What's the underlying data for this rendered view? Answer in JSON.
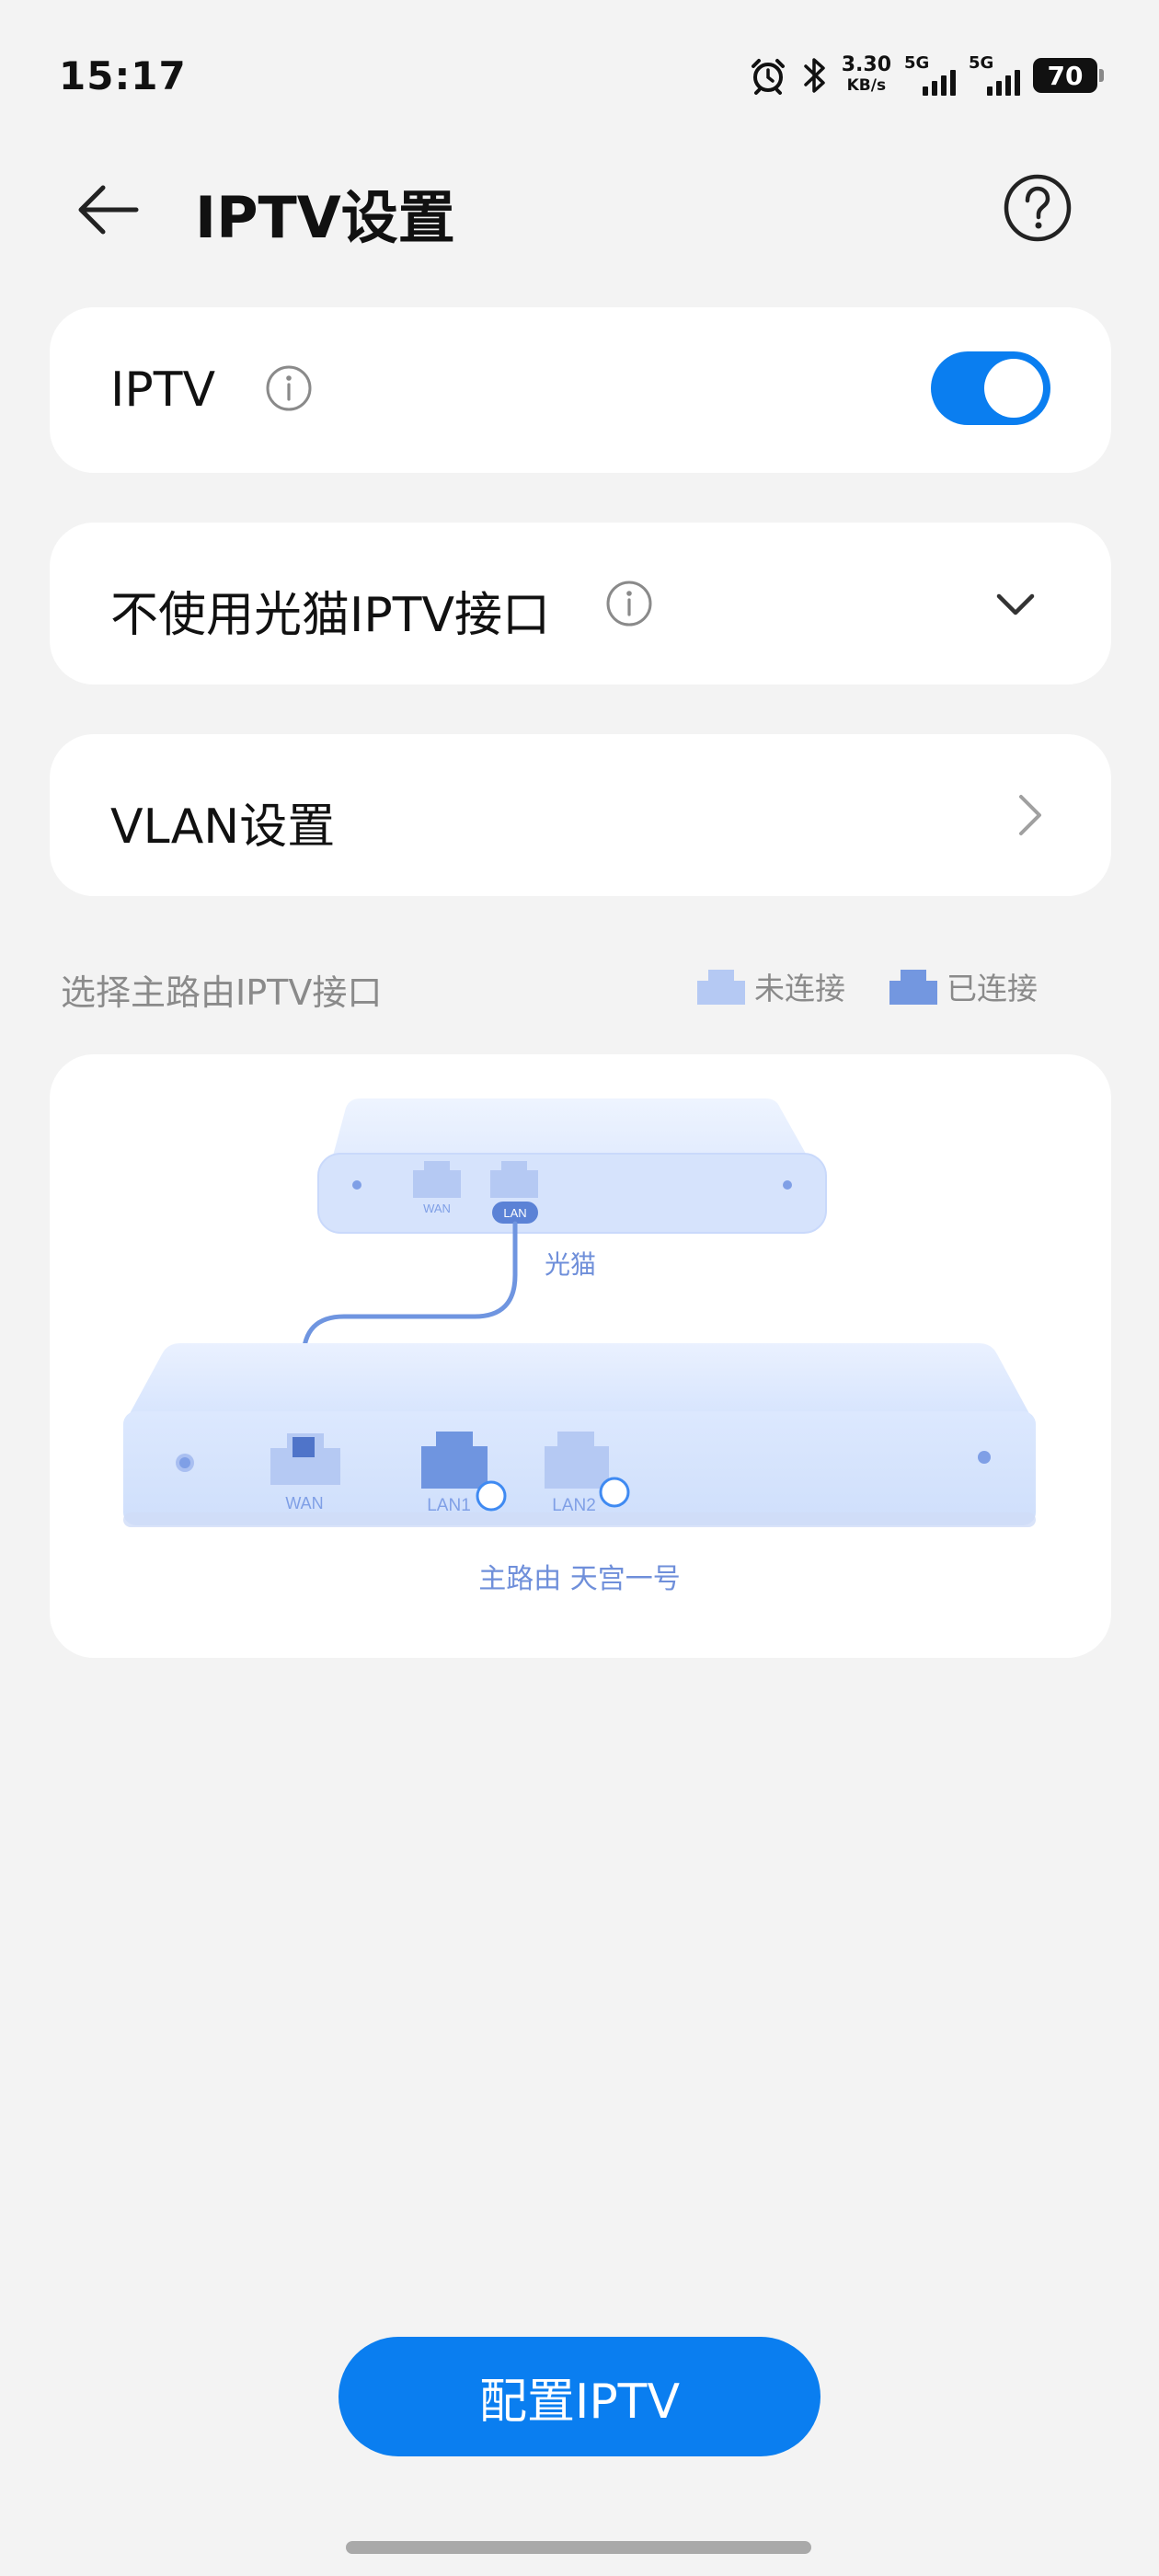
{
  "status_bar": {
    "time": "15:17",
    "net_speed_value": "3.30",
    "net_speed_unit": "KB/s",
    "signal1_label": "5G",
    "signal2_label": "5G",
    "battery_level": "70"
  },
  "header": {
    "title": "IPTV设置"
  },
  "iptv_row": {
    "label": "IPTV",
    "toggle_on": true
  },
  "mode_row": {
    "selected_value": "不使用光猫IPTV接口"
  },
  "vlan_row": {
    "label": "VLAN设置"
  },
  "port_section": {
    "title": "选择主路由IPTV接口",
    "legend_unconnected": "未连接",
    "legend_connected": "已连接"
  },
  "diagram": {
    "modem_name": "光猫",
    "modem_port_wan": "WAN",
    "modem_port_lan": "LAN",
    "router_name": "主路由 天宫一号",
    "router_port_wan": "WAN",
    "router_port_lan1": "LAN1",
    "router_port_lan2": "LAN2"
  },
  "actions": {
    "configure_label": "配置IPTV"
  },
  "colors": {
    "accent": "#0a7ef0",
    "background": "#f3f3f3",
    "port_unconnected": "#aec5f3",
    "port_connected": "#6f95e0"
  }
}
